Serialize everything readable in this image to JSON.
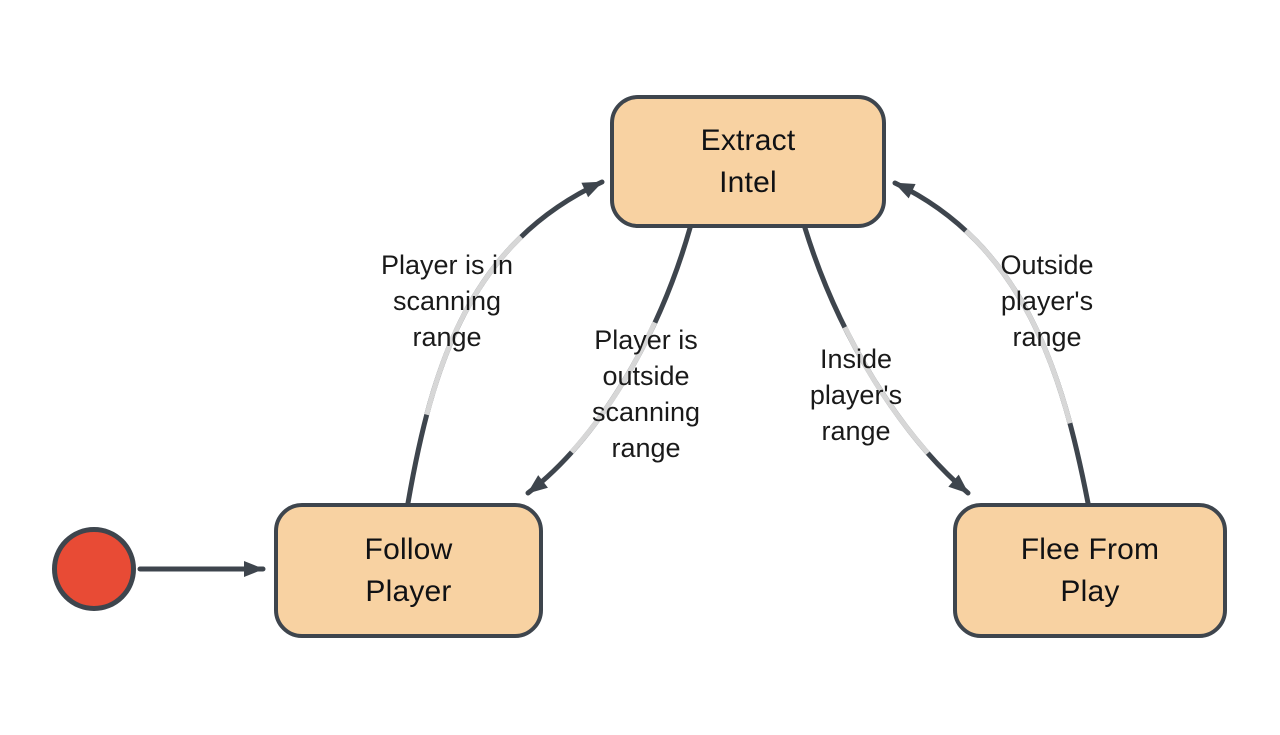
{
  "diagram": {
    "type": "state-machine",
    "colors": {
      "canvas_bg": "#ffffff",
      "node_fill": "#f8d2a2",
      "node_border": "#3e454d",
      "node_text": "#101114",
      "edge_dark": "#3e454d",
      "edge_light": "#d7d7d7",
      "start_fill": "#e84b35",
      "label_text": "#1a1a1a"
    },
    "start": {
      "name": "initial-state-marker"
    },
    "nodes": [
      {
        "id": "extract-intel",
        "label": "Extract\nIntel"
      },
      {
        "id": "follow-player",
        "label": "Follow\nPlayer"
      },
      {
        "id": "flee-from-play",
        "label": "Flee From\nPlay"
      }
    ],
    "edges": [
      {
        "from": "start",
        "to": "follow-player",
        "label": ""
      },
      {
        "from": "follow-player",
        "to": "extract-intel",
        "label": "Player is in\nscanning\nrange"
      },
      {
        "from": "extract-intel",
        "to": "follow-player",
        "label": "Player is\noutside\nscanning\nrange"
      },
      {
        "from": "extract-intel",
        "to": "flee-from-play",
        "label": "Inside\nplayer's\nrange"
      },
      {
        "from": "flee-from-play",
        "to": "extract-intel",
        "label": "Outside\nplayer's\nrange"
      }
    ]
  }
}
